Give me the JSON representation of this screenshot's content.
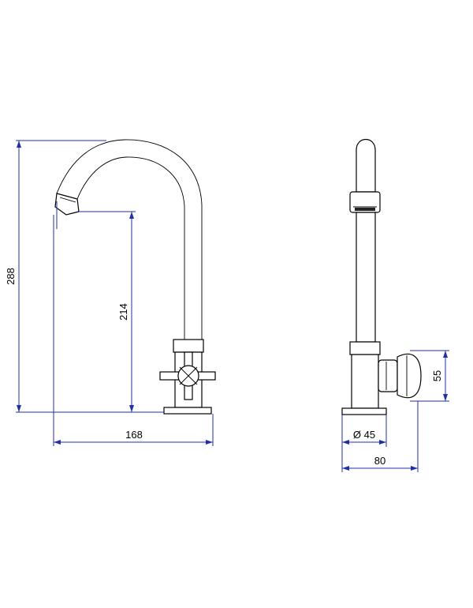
{
  "dimensions": {
    "total_height": "288",
    "spout_height": "214",
    "reach": "168",
    "handle_height": "55",
    "base_diameter": "Ø 45",
    "total_depth": "80"
  },
  "colors": {
    "dimension_line": "#1f2fb0",
    "outline": "#000000",
    "background": "#ffffff"
  }
}
